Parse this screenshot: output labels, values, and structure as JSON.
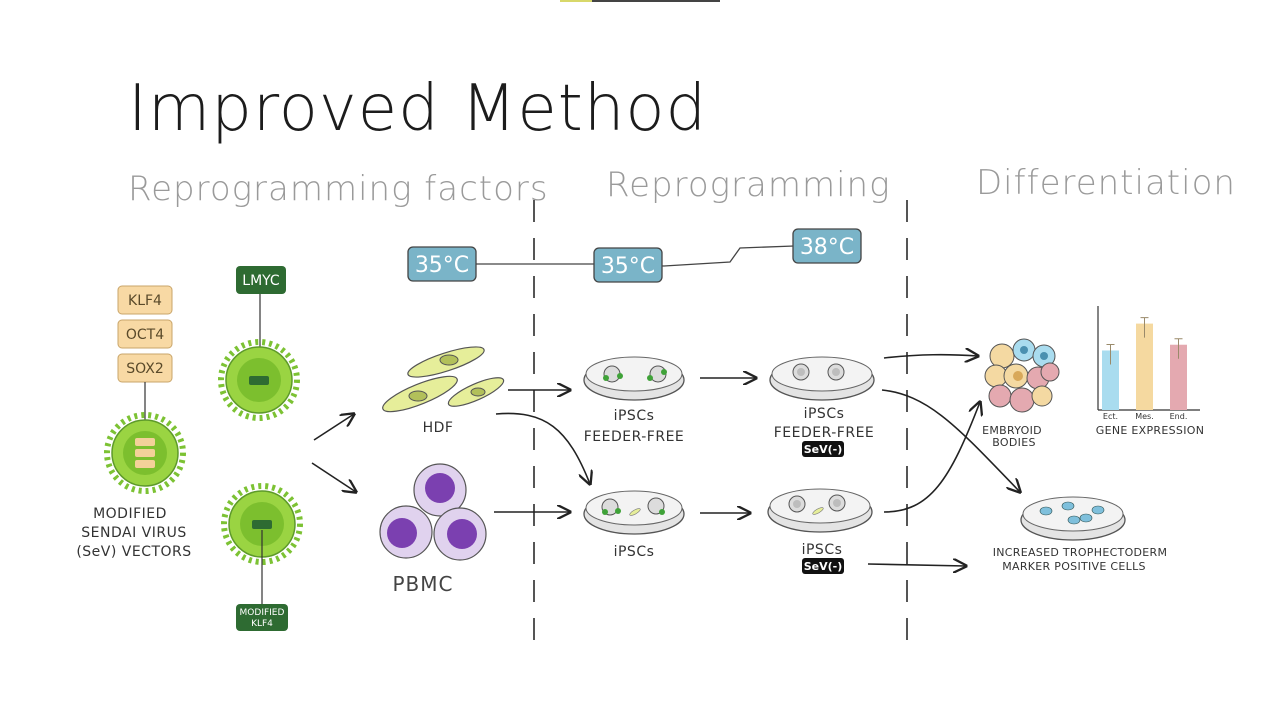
{
  "title": "Improved Method",
  "sections": {
    "factors": "Reprogramming factors",
    "reprogramming": "Reprogramming",
    "differentiation": "Differentiation"
  },
  "temperatures": [
    "35°C",
    "35°C",
    "38°C"
  ],
  "factors": [
    "KLF4",
    "OCT4",
    "SOX2"
  ],
  "green_tags": {
    "lmyc": "LMYC",
    "modified": "MODIFIED",
    "klf4": "KLF4"
  },
  "virus_label": [
    "MODIFIED",
    "SENDAI VIRUS",
    "(SeV) VECTORS"
  ],
  "cells": {
    "hdf": "HDF",
    "pbmc": "PBMC"
  },
  "dishes": {
    "top_left": [
      "iPSCs",
      "FEEDER-FREE"
    ],
    "bottom_left": [
      "iPSCs"
    ],
    "top_right": [
      "iPSCs",
      "FEEDER-FREE"
    ],
    "bottom_right": [
      "iPSCs"
    ],
    "sev_badge": "SeV(-)"
  },
  "outcomes": {
    "embryoid": [
      "EMBRYOID",
      "BODIES"
    ],
    "gene_expression": "GENE EXPRESSION",
    "trophectoderm": [
      "INCREASED TROPHECTODERM",
      "MARKER POSITIVE   CELLS"
    ]
  },
  "chart_data": {
    "type": "bar",
    "categories": [
      "Ect.",
      "Mes.",
      "End."
    ],
    "values": [
      0.62,
      0.9,
      0.68
    ],
    "xlabel": "GENE EXPRESSION",
    "ylabel": "",
    "ylim": [
      0,
      1
    ],
    "colors": [
      "#a9dcef",
      "#f5d9a0",
      "#e4a9b0"
    ]
  },
  "colors": {
    "temp_box": "#7ab4c8",
    "factor_box": "#f8d9a4",
    "green_dark": "#2e6b32",
    "virus_green": "#9ad442"
  }
}
